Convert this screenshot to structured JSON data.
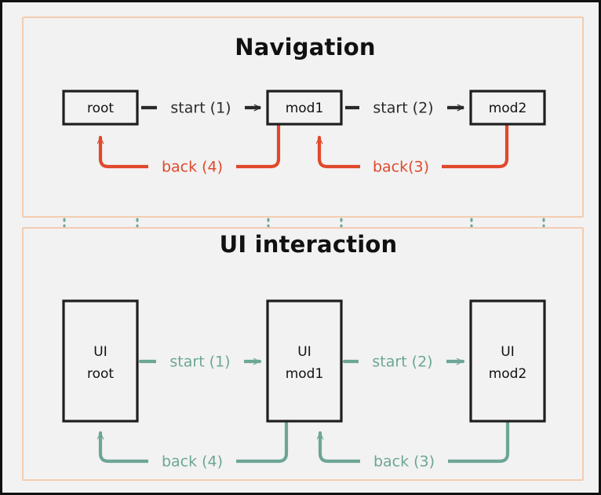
{
  "figure": {
    "background": "#f2f2f2",
    "outer_border_color": "#111111",
    "panel_border_color": "#f2cdb2",
    "accent_red": "#e0492c",
    "accent_teal": "#6da696",
    "accent_black": "#2b2b2b"
  },
  "panels": [
    {
      "id": "navigation",
      "title": "Navigation",
      "nodes": [
        {
          "id": "root",
          "label": "root"
        },
        {
          "id": "mod1",
          "label": "mod1"
        },
        {
          "id": "mod2",
          "label": "mod2"
        }
      ],
      "forward_edges": [
        {
          "from": "root",
          "to": "mod1",
          "label": "start (1)",
          "color": "#2b2b2b"
        },
        {
          "from": "mod1",
          "to": "mod2",
          "label": "start (2)",
          "color": "#2b2b2b"
        }
      ],
      "back_edges": [
        {
          "from": "mod1",
          "to": "root",
          "label": "back (4)",
          "color": "#e0492c"
        },
        {
          "from": "mod2",
          "to": "mod1",
          "label": "back(3)",
          "color": "#e0492c"
        }
      ]
    },
    {
      "id": "ui-interaction",
      "title": "UI interaction",
      "nodes": [
        {
          "id": "ui-root",
          "label_line1": "UI",
          "label_line2": "root"
        },
        {
          "id": "ui-mod1",
          "label_line1": "UI",
          "label_line2": "mod1"
        },
        {
          "id": "ui-mod2",
          "label_line1": "UI",
          "label_line2": "mod2"
        }
      ],
      "forward_edges": [
        {
          "from": "ui-root",
          "to": "ui-mod1",
          "label": "start (1)",
          "color": "#6da696"
        },
        {
          "from": "ui-mod1",
          "to": "ui-mod2",
          "label": "start (2)",
          "color": "#6da696"
        }
      ],
      "back_edges": [
        {
          "from": "ui-mod1",
          "to": "ui-root",
          "label": "back (4)",
          "color": "#6da696"
        },
        {
          "from": "ui-mod2",
          "to": "ui-mod1",
          "label": "back (3)",
          "color": "#6da696"
        }
      ]
    }
  ]
}
